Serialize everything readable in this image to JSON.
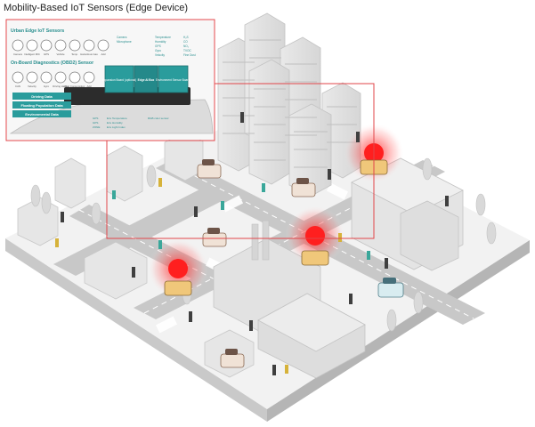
{
  "title": "Mobility-Based IoT Sensors (Edge Device)",
  "inset": {
    "urban_header": "Urban Edge IoT Sensors",
    "urban_icons": [
      "Camera",
      "Intelligent MIC",
      "GPS",
      "Vehicle",
      "Temp.",
      "Hazardous Gas",
      "Add"
    ],
    "obd_header": "On-Board Diagnostics (OBD2) Sensor",
    "obd_icons": [
      "CAN",
      "Velocity",
      "Gyro",
      "Driving Habits",
      "Fuel Consumption",
      "Add"
    ],
    "boards": [
      "Expansion Board (optional)",
      "Edge AI Box",
      "Environment Sensor Board"
    ],
    "data_labels": [
      "Driving Data",
      "Floating Population Data",
      "Environmental Data"
    ],
    "sensor_list_1": [
      "Camera",
      "Microphone"
    ],
    "sensor_list_2": [
      "Temperature",
      "Humidity",
      "GPS",
      "Gyro",
      "Velocity"
    ],
    "sensor_list_3": [
      "H₂S",
      "CO",
      "NO₂",
      "TVOC",
      "Fine Dust"
    ],
    "bottom_list": [
      "GPS",
      "GPS",
      "ZONE"
    ],
    "bottom_list_2": [
      "Env Temperature",
      "Env Humidity",
      "Env Light Index"
    ],
    "bottom_right": "RGB color sensor"
  },
  "colors": {
    "accent": "#2a9c9c",
    "frame": "#e2464a",
    "beacon": "#ff1f1f"
  }
}
